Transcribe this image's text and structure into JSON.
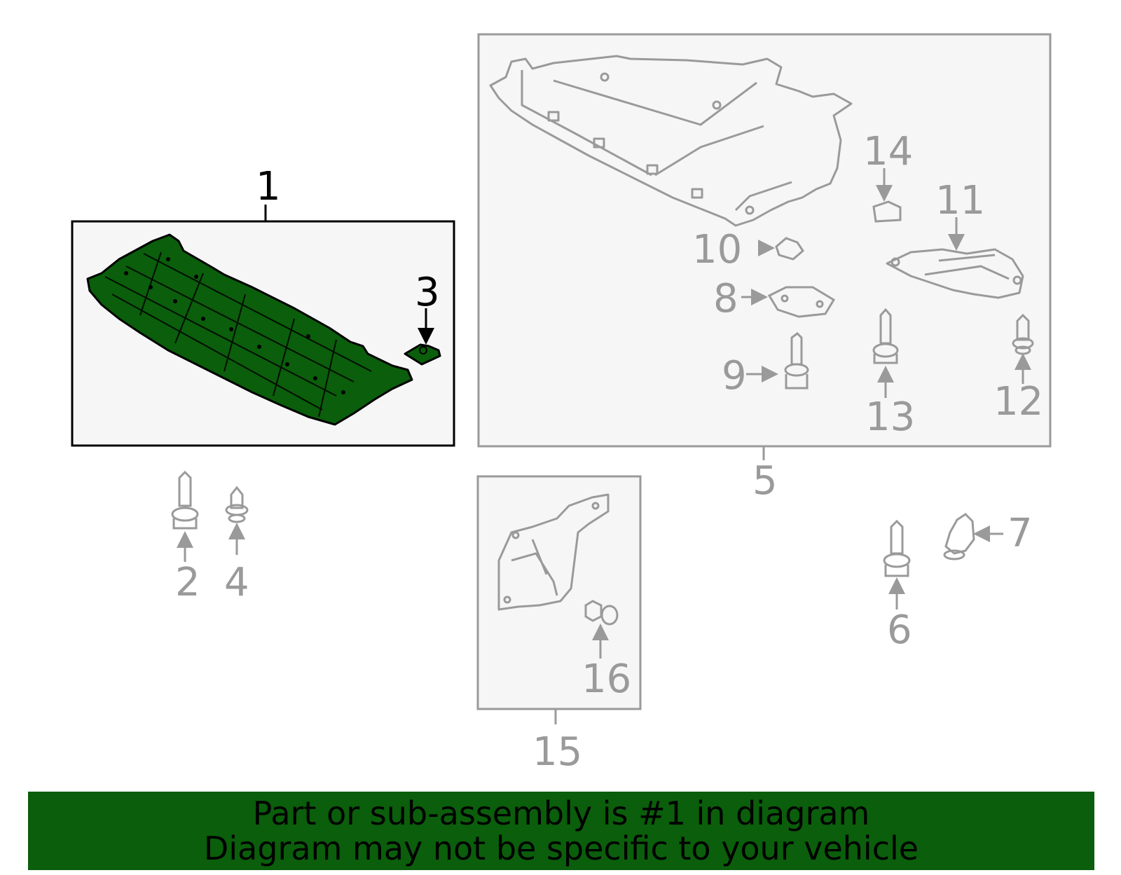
{
  "colors": {
    "highlight_fill": "#0b5e0b",
    "highlight_stroke": "#000000",
    "part_stroke": "#9a9a9a",
    "box_fill": "#f6f6f6",
    "banner_bg": "#0b5e0b"
  },
  "callouts": {
    "c1": "1",
    "c2": "2",
    "c3": "3",
    "c4": "4",
    "c5": "5",
    "c6": "6",
    "c7": "7",
    "c8": "8",
    "c9": "9",
    "c10": "10",
    "c11": "11",
    "c12": "12",
    "c13": "13",
    "c14": "14",
    "c15": "15",
    "c16": "16"
  },
  "highlighted_part": "1",
  "banner": {
    "line1": "Part or sub-assembly is #1 in diagram",
    "line2": "Diagram may not be specific to your vehicle"
  }
}
